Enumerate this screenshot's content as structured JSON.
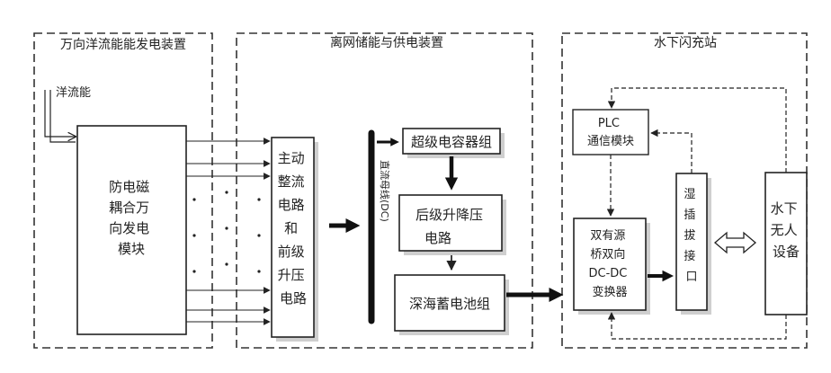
{
  "sections": {
    "left_title": "万向洋流能能发电装置",
    "middle_title": "离网储能与供电装置",
    "right_title": "水下闪充站"
  },
  "labels": {
    "ocean_energy": "洋流能",
    "generator": [
      "防电磁",
      "耦合万",
      "向发电",
      "模块"
    ],
    "rectifier": [
      "主动",
      "整流",
      "电路",
      "和",
      "前级",
      "升压",
      "电路"
    ],
    "dc_bus": "直流母线(DC)",
    "supercap": "超级电容器组",
    "buck_boost": [
      "后级升降压",
      "电路"
    ],
    "battery": "深海蓄电池组",
    "plc": [
      "PLC",
      "通信模块"
    ],
    "converter": [
      "双有源",
      "桥双向",
      "DC-DC",
      "变换器"
    ],
    "wet_connector": [
      "湿",
      "插",
      "拔",
      "接",
      "口"
    ],
    "uuv": [
      "水下",
      "无人",
      "设备"
    ]
  },
  "colors": {
    "line": "#222222",
    "dashed": "#333333",
    "box_fill": "#ffffff",
    "shade": "#cfcfcf"
  }
}
